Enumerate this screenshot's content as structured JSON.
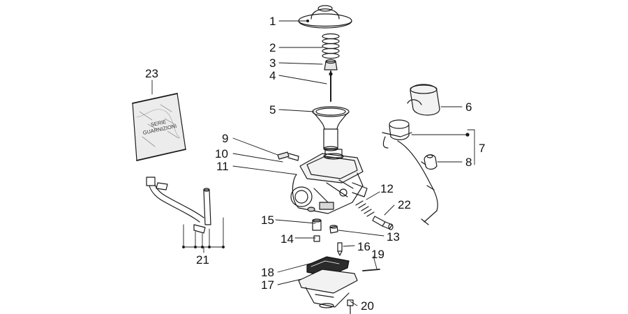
{
  "diagram": {
    "callouts": [
      "1",
      "2",
      "3",
      "4",
      "5",
      "6",
      "7",
      "8",
      "9",
      "10",
      "11",
      "12",
      "13",
      "14",
      "15",
      "16",
      "17",
      "18",
      "19",
      "20",
      "21",
      "22",
      "23"
    ],
    "gasket_bag_text": [
      "SERIE",
      "GUARNIZIONI"
    ]
  }
}
